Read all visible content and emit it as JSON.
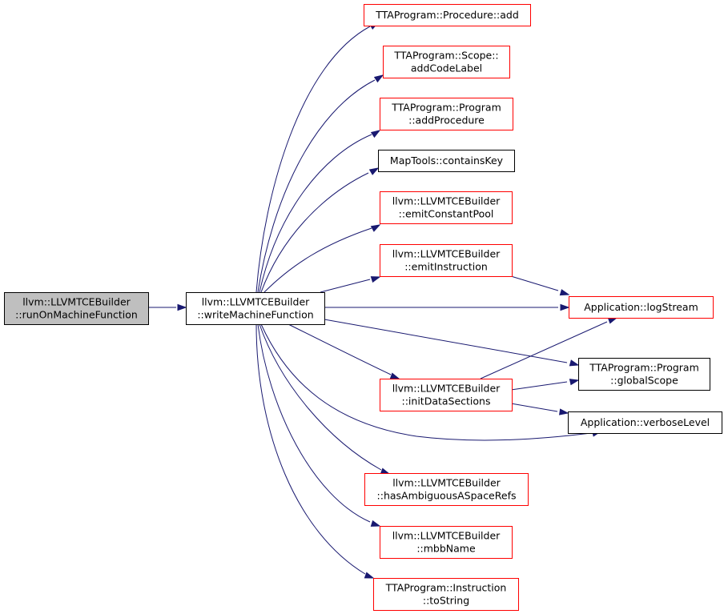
{
  "colors": {
    "edge": "#191970",
    "root_fill": "#bfbfbf",
    "root_border": "#000000",
    "documented_border": "#000000",
    "undocumented_border": "#ff0000"
  },
  "nodes": {
    "root": {
      "lines": [
        "llvm::LLVMTCEBuilder",
        "::runOnMachineFunction"
      ]
    },
    "write": {
      "lines": [
        "llvm::LLVMTCEBuilder",
        "::writeMachineFunction"
      ]
    },
    "procadd": {
      "lines": [
        "TTAProgram::Procedure::add"
      ]
    },
    "scopeadd": {
      "lines": [
        "TTAProgram::Scope::",
        "addCodeLabel"
      ]
    },
    "progadd": {
      "lines": [
        "TTAProgram::Program",
        "::addProcedure"
      ]
    },
    "maptools": {
      "lines": [
        "MapTools::containsKey"
      ]
    },
    "emitpool": {
      "lines": [
        "llvm::LLVMTCEBuilder",
        "::emitConstantPool"
      ]
    },
    "emitinstr": {
      "lines": [
        "llvm::LLVMTCEBuilder",
        "::emitInstruction"
      ]
    },
    "logstream": {
      "lines": [
        "Application::logStream"
      ]
    },
    "globalscope": {
      "lines": [
        "TTAProgram::Program",
        "::globalScope"
      ]
    },
    "initdata": {
      "lines": [
        "llvm::LLVMTCEBuilder",
        "::initDataSections"
      ]
    },
    "verbose": {
      "lines": [
        "Application::verboseLevel"
      ]
    },
    "ambig": {
      "lines": [
        "llvm::LLVMTCEBuilder",
        "::hasAmbiguousASpaceRefs"
      ]
    },
    "mbbname": {
      "lines": [
        "llvm::LLVMTCEBuilder",
        "::mbbName"
      ]
    },
    "tostring": {
      "lines": [
        "TTAProgram::Instruction",
        "::toString"
      ]
    }
  }
}
